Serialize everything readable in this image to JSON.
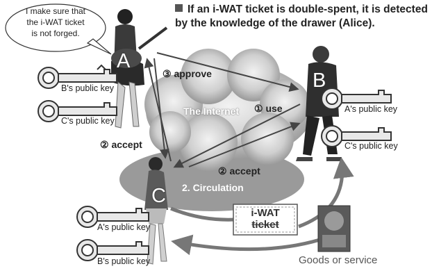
{
  "headline": {
    "line1": "If an i-WAT ticket is double-spent, it is detected",
    "line2": "by the knowledge of the drawer (Alice)."
  },
  "speech_bubble": {
    "line1": "I make sure that",
    "line2": "the i-WAT ticket",
    "line3": "is not forged."
  },
  "persons": {
    "a": "A",
    "b": "B",
    "c": "C"
  },
  "keys": {
    "a_key1": "B's public key",
    "a_key2": "C's public key",
    "b_key1": "A's public key",
    "b_key2": "C's public key",
    "c_key1": "A's public key",
    "c_key2": "B's public key"
  },
  "steps": {
    "approve": "③ approve",
    "use": "① use",
    "accept_left": "② accept",
    "accept_right": "② accept"
  },
  "internet_label": "The Internet",
  "circulation_label": "2. Circulation",
  "ticket": {
    "line1": "i-WAT",
    "line2": "ticket"
  },
  "goods_label": "Goods or service"
}
